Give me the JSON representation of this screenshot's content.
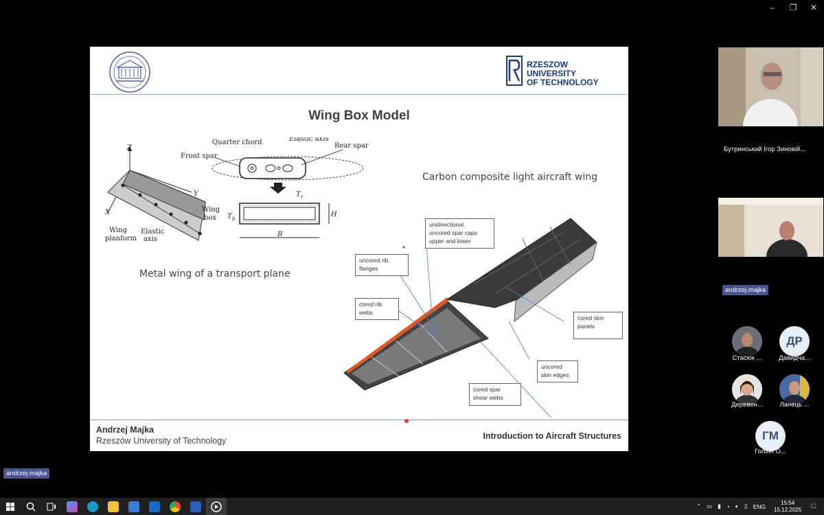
{
  "window": {
    "minimize": "–",
    "restore": "❐",
    "close": "✕"
  },
  "slide": {
    "title": "Wing Box Model",
    "logo_right": [
      "RZESZOW UNIVERSITY",
      "OF TECHNOLOGY"
    ],
    "diagram_labels": {
      "quarter_chord": "Quarter chord",
      "elastic_axis_top": "Elastic axis",
      "rear_spar": "Rear spar",
      "front_spar": "Front spar",
      "z": "Z",
      "y": "Y",
      "x": "X",
      "wing_box": [
        "Wing",
        "box"
      ],
      "wing_planform": [
        "Wing",
        "planform"
      ],
      "elastic_axis": [
        "Elastic",
        "axis"
      ],
      "tr": "T",
      "tr_sub": "r",
      "tb": "T",
      "tb_sub": "b",
      "h": "H",
      "b": "B"
    },
    "caption_metal": "Metal wing of a transport plane",
    "caption_carbon": "Carbon composite light aircraft wing",
    "callouts": {
      "spar_caps": [
        "unidirectional",
        "uncored spar caps",
        "upper and lower"
      ],
      "rib_flanges": [
        "uncored rib",
        "flanges"
      ],
      "rib_webs": [
        "cored rib",
        "webs"
      ],
      "skin_panels": [
        "cored skin",
        "panels"
      ],
      "skin_edges": [
        "uncored",
        "skin edges"
      ],
      "shear_webs": [
        "cored spar",
        "shear webs"
      ]
    },
    "author": "Andrzej Majka",
    "university": "Rzeszów University of Technology",
    "course": "Introduction to Aircraft Structures"
  },
  "participants": {
    "video1_name": "Бутринський Ігор Зиновій...",
    "video2_tag": "andrzej.majka",
    "avatars": [
      {
        "name": "Стасюк ...",
        "initials": ""
      },
      {
        "name": "Давидча...",
        "initials": "ДР"
      },
      {
        "name": "Деревен...",
        "initials": ""
      },
      {
        "name": "Ланець ...",
        "initials": ""
      },
      {
        "name": "Голіян О...",
        "initials": "ГМ"
      }
    ]
  },
  "presenter_tag": "andrzej.majka",
  "taskbar": {
    "lang": "ENG",
    "time": "15:54",
    "date": "15.12.2025"
  },
  "colors": {
    "slide_line": "#7fa6c8",
    "nametag": "#4d5591",
    "taskbar": "#202020"
  }
}
